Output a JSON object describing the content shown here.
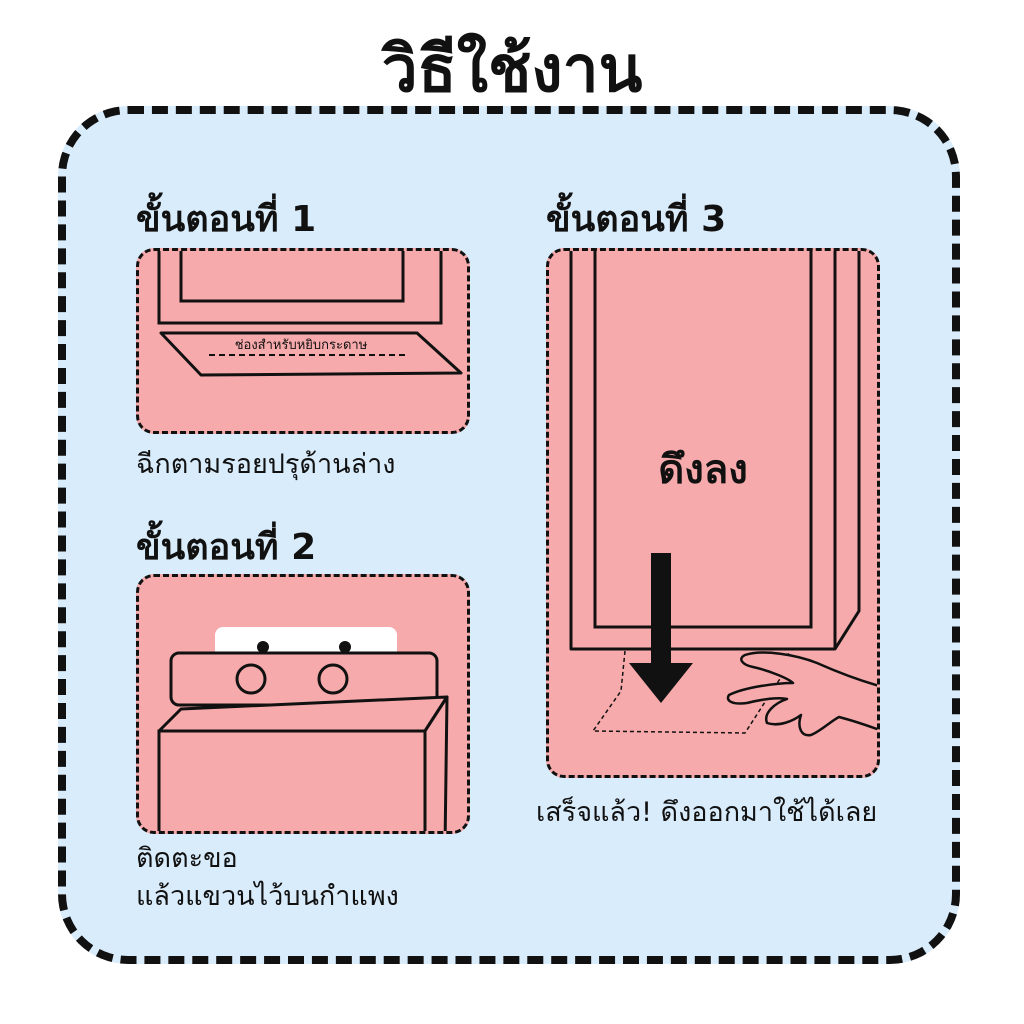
{
  "title": "วิธีใช้งาน",
  "steps": [
    {
      "heading": "ขั้นตอนที่ 1",
      "caption": "ฉีกตามรอยปรุด้านล่าง",
      "slot_label": "ช่องสำหรับหยิบกระดาษ"
    },
    {
      "heading": "ขั้นตอนที่ 2",
      "caption_line1": "ติดตะขอ",
      "caption_line2": "แล้วแขวนไว้บนกำแพง"
    },
    {
      "heading": "ขั้นตอนที่ 3",
      "pull_label": "ดึงลง",
      "caption": "เสร็จแล้ว! ดึงออกมาใช้ได้เลย"
    }
  ],
  "colors": {
    "panel_fill": "#f7aaab",
    "frame_fill": "#d9ecfb",
    "outline": "#111111"
  }
}
